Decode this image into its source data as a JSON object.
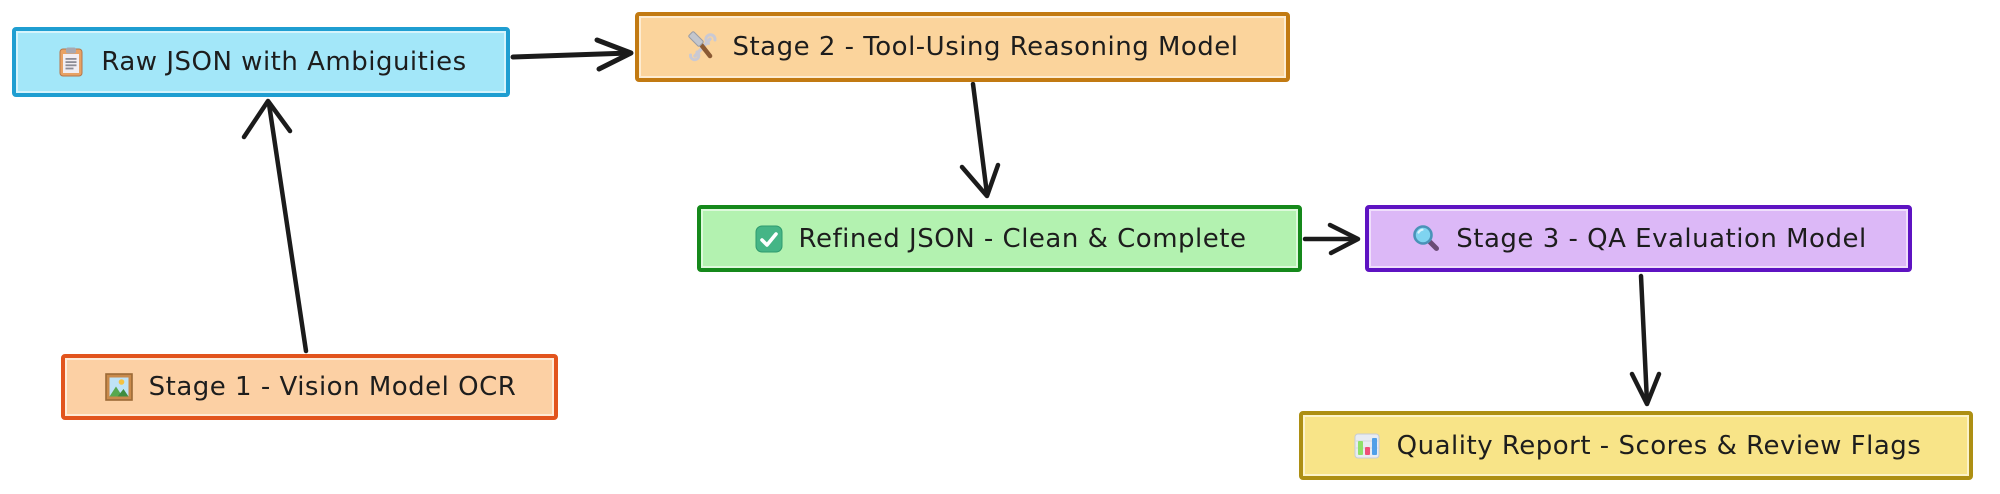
{
  "diagram": {
    "background": "#ffffff",
    "arrow_color": "#1b1b1b",
    "text_color": "#1d1d1d",
    "nodes": [
      {
        "id": "raw-json",
        "label": "Raw JSON with Ambiguities",
        "icon": "clipboard-icon",
        "fill": "#a3e7f9",
        "border": "#1f9ed1"
      },
      {
        "id": "stage-2",
        "label": "Stage 2 - Tool-Using Reasoning Model",
        "icon": "tools-icon",
        "fill": "#fbd49c",
        "border": "#c27a12"
      },
      {
        "id": "refined-json",
        "label": "Refined JSON - Clean & Complete",
        "icon": "check-icon",
        "fill": "#b3f2b0",
        "border": "#15891b"
      },
      {
        "id": "stage-3",
        "label": "Stage 3 - QA Evaluation Model",
        "icon": "magnifier-icon",
        "fill": "#dcb8f7",
        "border": "#5e13c2"
      },
      {
        "id": "stage-1",
        "label": "Stage 1 - Vision Model OCR",
        "icon": "picture-icon",
        "fill": "#fcd0a4",
        "border": "#e2541d"
      },
      {
        "id": "quality-report",
        "label": "Quality Report - Scores & Review Flags",
        "icon": "bar-chart-icon",
        "fill": "#f8e488",
        "border": "#ad8f13"
      }
    ],
    "edges": [
      {
        "from": "stage-1",
        "to": "raw-json"
      },
      {
        "from": "raw-json",
        "to": "stage-2"
      },
      {
        "from": "stage-2",
        "to": "refined-json"
      },
      {
        "from": "refined-json",
        "to": "stage-3"
      },
      {
        "from": "stage-3",
        "to": "quality-report"
      }
    ]
  }
}
